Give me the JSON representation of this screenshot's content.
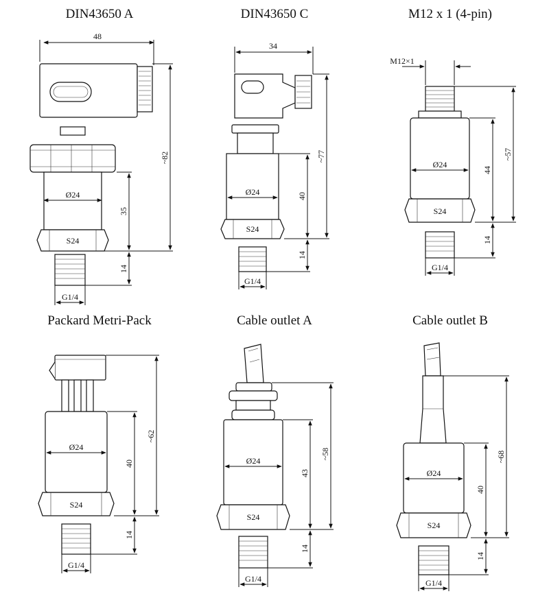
{
  "variants": [
    {
      "title": "DIN43650 A",
      "dims": {
        "width": "48",
        "total": "~82",
        "body": "35",
        "thread": "14",
        "diameter": "Ø24",
        "hex": "S24",
        "port": "G1/4"
      }
    },
    {
      "title": "DIN43650 C",
      "dims": {
        "width": "34",
        "total": "~77",
        "body": "40",
        "thread": "14",
        "diameter": "Ø24",
        "hex": "S24",
        "port": "G1/4"
      }
    },
    {
      "title": "M12 x 1 (4-pin)",
      "dims": {
        "connector": "M12×1",
        "total": "~57",
        "body": "44",
        "thread": "14",
        "diameter": "Ø24",
        "hex": "S24",
        "port": "G1/4"
      }
    },
    {
      "title": "Packard Metri-Pack",
      "dims": {
        "total": "~62",
        "body": "40",
        "thread": "14",
        "diameter": "Ø24",
        "hex": "S24",
        "port": "G1/4"
      }
    },
    {
      "title": "Cable outlet A",
      "dims": {
        "total": "~58",
        "body": "43",
        "thread": "14",
        "diameter": "Ø24",
        "hex": "S24",
        "port": "G1/4"
      }
    },
    {
      "title": "Cable outlet B",
      "dims": {
        "total": "~68",
        "body": "40",
        "thread": "14",
        "diameter": "Ø24",
        "hex": "S24",
        "port": "G1/4"
      }
    }
  ]
}
